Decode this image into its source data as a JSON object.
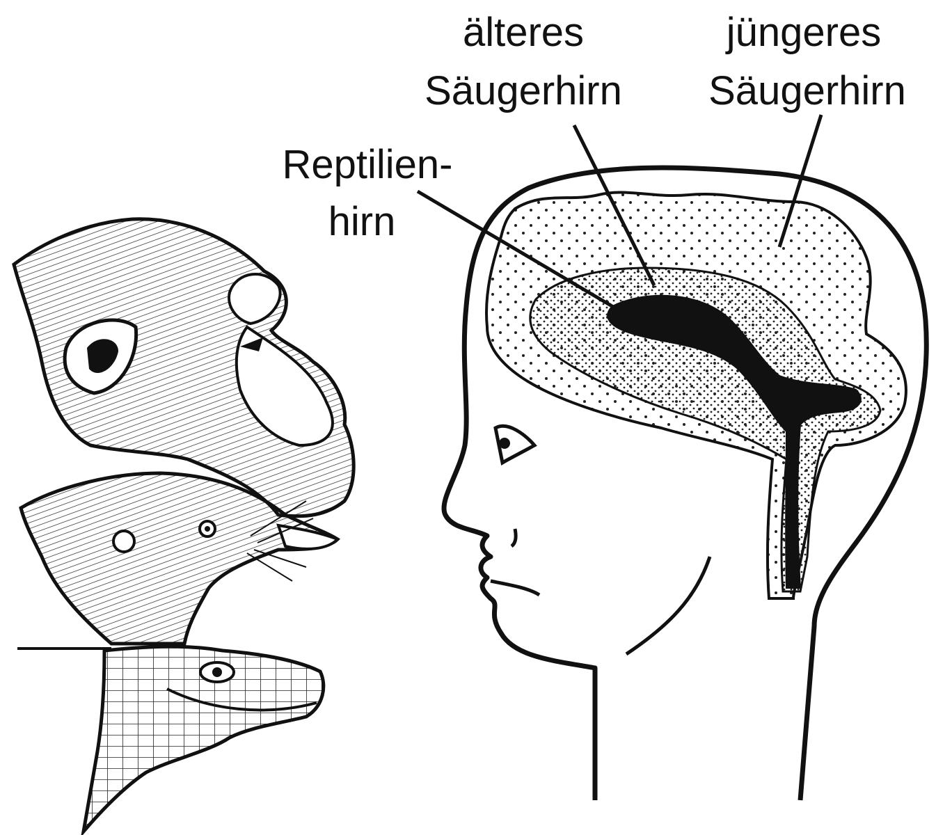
{
  "diagram": {
    "labels": {
      "older_mammal_brain": {
        "line1": "älteres",
        "line2": "Säugerhirn"
      },
      "younger_mammal_brain": {
        "line1": "jüngeres",
        "line2": "Säugerhirn"
      },
      "reptile_brain": {
        "line1": "Reptilien-",
        "line2": "hirn"
      }
    },
    "colors": {
      "ink": "#111111",
      "paper": "#ffffff"
    }
  }
}
